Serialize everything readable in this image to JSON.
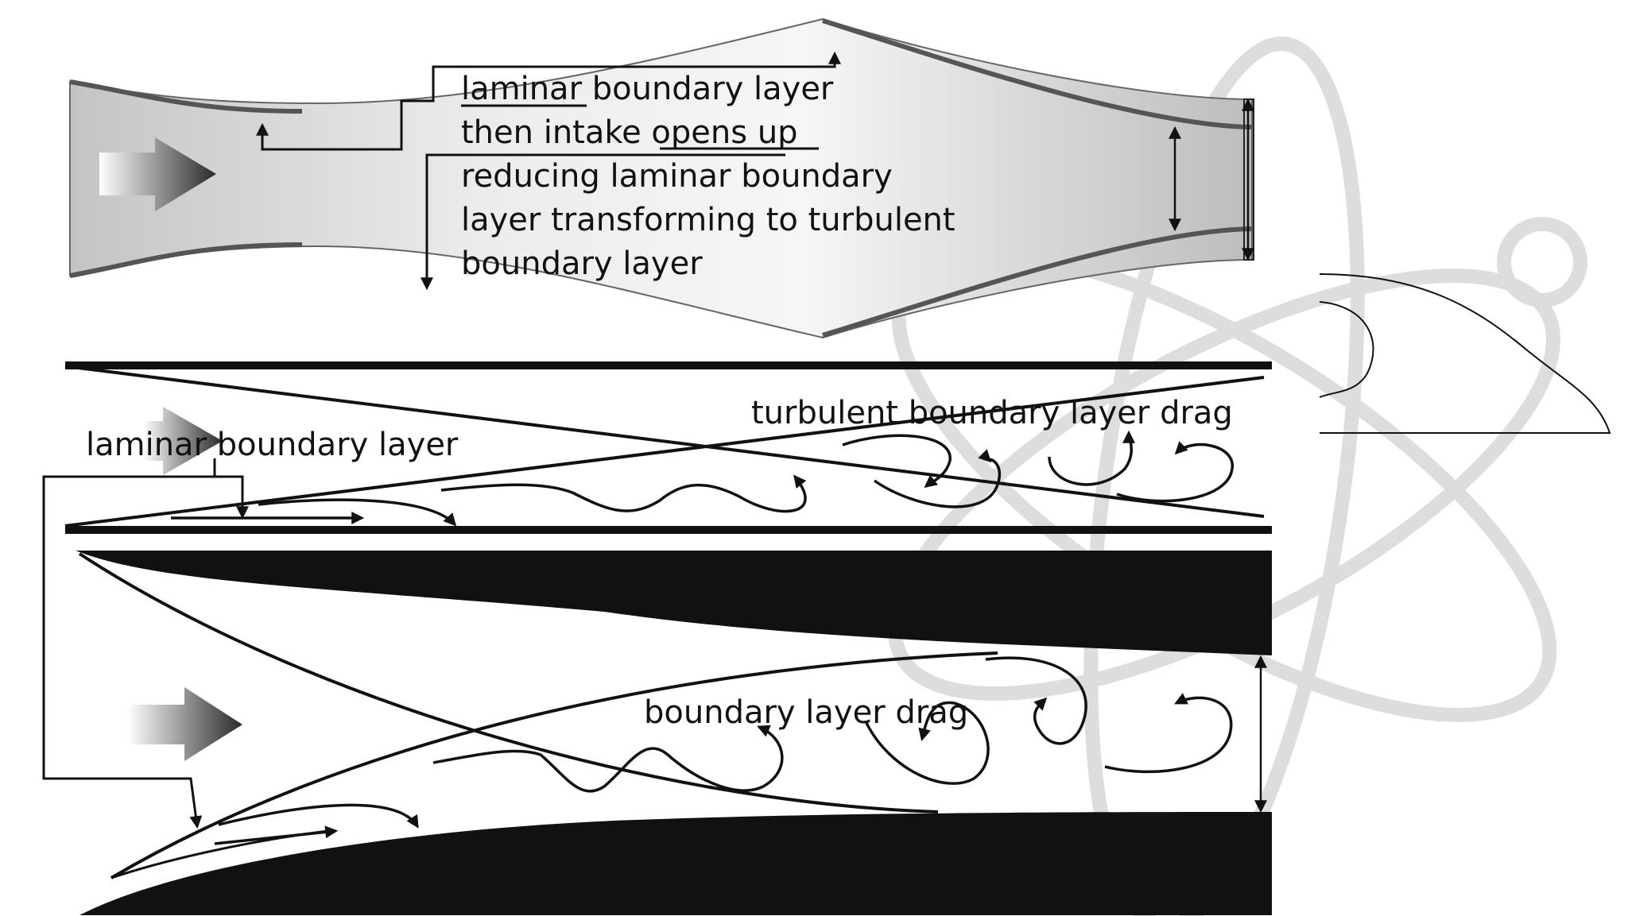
{
  "diagram": {
    "top_panel": {
      "lines": [
        "laminar boundary layer",
        "then intake opens up",
        "reducing laminar boundary",
        "layer transforming to turbulent",
        "boundary layer"
      ]
    },
    "middle_panel": {
      "label_laminar": "laminar boundary layer",
      "label_turbulent": "turbulent boundary layer drag"
    },
    "bottom_panel": {
      "label_drag": "boundary layer drag"
    }
  },
  "colors": {
    "ink": "#111111",
    "duct_fill": "#d0d0d0",
    "watermark": "#dddddd",
    "arrow_gradient_end": "#2a2a2a"
  }
}
